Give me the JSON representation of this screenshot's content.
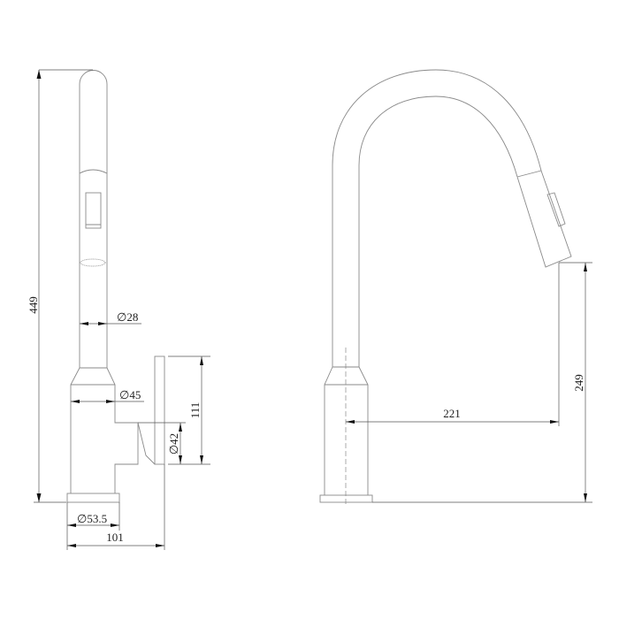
{
  "title": "Pull-down kitchen faucet dimension drawing",
  "dimensions": {
    "total_height": "449",
    "spout_diameter": "∅28",
    "body_diameter": "∅45",
    "handle_diameter": "∅42",
    "handle_height": "111",
    "base_diameter": "∅53.5",
    "overall_depth": "101",
    "spout_reach": "221",
    "spout_clearance": "249"
  },
  "colors": {
    "outline": "#8a8a8a",
    "dimension": "#555555"
  }
}
